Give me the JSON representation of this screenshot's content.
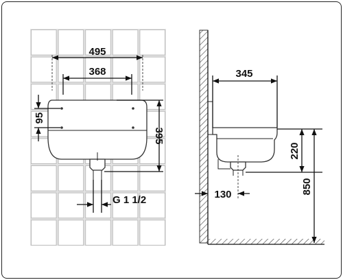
{
  "dimensions": {
    "front_outer_width": "495",
    "front_bracket_spacing": "368",
    "front_height_95": "95",
    "front_height_395": "395",
    "front_thread": "G 1 1/2",
    "side_depth": "345",
    "side_bowl_height": "220",
    "side_mount_height": "850",
    "side_drain_offset": "130"
  },
  "colors": {
    "tile_grout": "#bcbcbc",
    "wall_background": "#e2e2e2",
    "line": "#111111"
  }
}
